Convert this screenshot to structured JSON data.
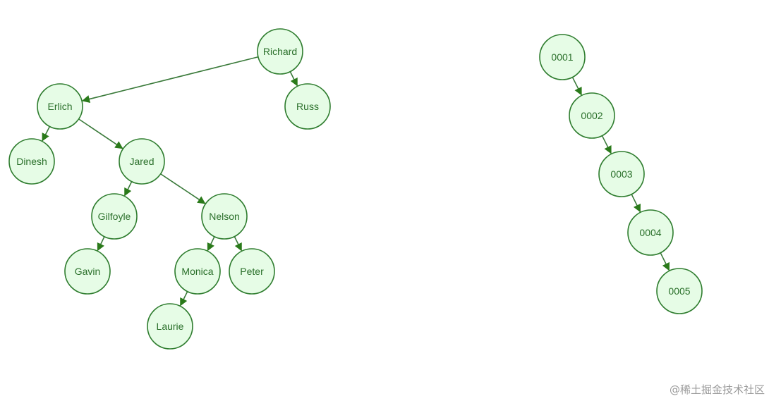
{
  "diagram": {
    "left_tree": {
      "nodes": [
        {
          "id": "richard",
          "label": "Richard"
        },
        {
          "id": "erlich",
          "label": "Erlich"
        },
        {
          "id": "russ",
          "label": "Russ"
        },
        {
          "id": "dinesh",
          "label": "Dinesh"
        },
        {
          "id": "jared",
          "label": "Jared"
        },
        {
          "id": "gilfoyle",
          "label": "Gilfoyle"
        },
        {
          "id": "nelson",
          "label": "Nelson"
        },
        {
          "id": "gavin",
          "label": "Gavin"
        },
        {
          "id": "monica",
          "label": "Monica"
        },
        {
          "id": "peter",
          "label": "Peter"
        },
        {
          "id": "laurie",
          "label": "Laurie"
        }
      ],
      "edges": [
        [
          "richard",
          "erlich"
        ],
        [
          "richard",
          "russ"
        ],
        [
          "erlich",
          "dinesh"
        ],
        [
          "erlich",
          "jared"
        ],
        [
          "jared",
          "gilfoyle"
        ],
        [
          "jared",
          "nelson"
        ],
        [
          "gilfoyle",
          "gavin"
        ],
        [
          "nelson",
          "monica"
        ],
        [
          "nelson",
          "peter"
        ],
        [
          "monica",
          "laurie"
        ]
      ]
    },
    "right_chain": {
      "nodes": [
        {
          "id": "n0001",
          "label": "0001"
        },
        {
          "id": "n0002",
          "label": "0002"
        },
        {
          "id": "n0003",
          "label": "0003"
        },
        {
          "id": "n0004",
          "label": "0004"
        },
        {
          "id": "n0005",
          "label": "0005"
        }
      ],
      "edges": [
        [
          "n0001",
          "n0002"
        ],
        [
          "n0002",
          "n0003"
        ],
        [
          "n0003",
          "n0004"
        ],
        [
          "n0004",
          "n0005"
        ]
      ]
    }
  },
  "colors": {
    "node_fill": "#e6fce6",
    "node_stroke": "#2f7d2f",
    "edge": "#3a7a3a",
    "text": "#2a6f2a"
  },
  "watermark": "@稀土掘金技术社区"
}
